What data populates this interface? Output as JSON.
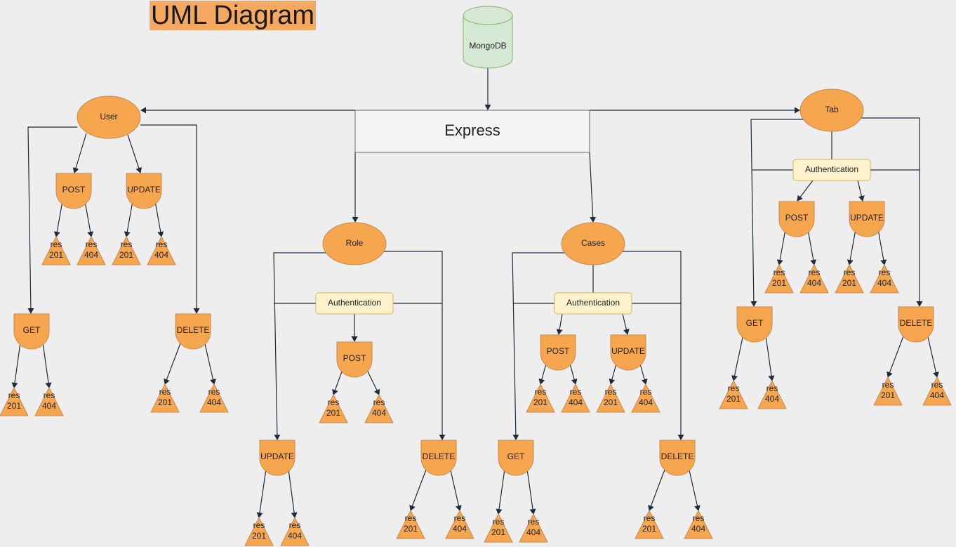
{
  "title": "UML Diagram",
  "db": {
    "label": "MongoDB",
    "fill": "#d5e8d4",
    "stroke": "#82b366"
  },
  "express": {
    "label": "Express"
  },
  "auth_label": "Authentication",
  "res_word": "res",
  "codes": {
    "ok": "201",
    "notfound": "404"
  },
  "entities": {
    "user": "User",
    "role": "Role",
    "cases": "Cases",
    "tab": "Tab"
  },
  "methods": {
    "get": "GET",
    "post": "POST",
    "update": "UPDATE",
    "delete": "DELETE"
  },
  "colors": {
    "node": "#f5a64f",
    "title_bg": "#f5a860",
    "auth_fill": "#fff2cc"
  }
}
